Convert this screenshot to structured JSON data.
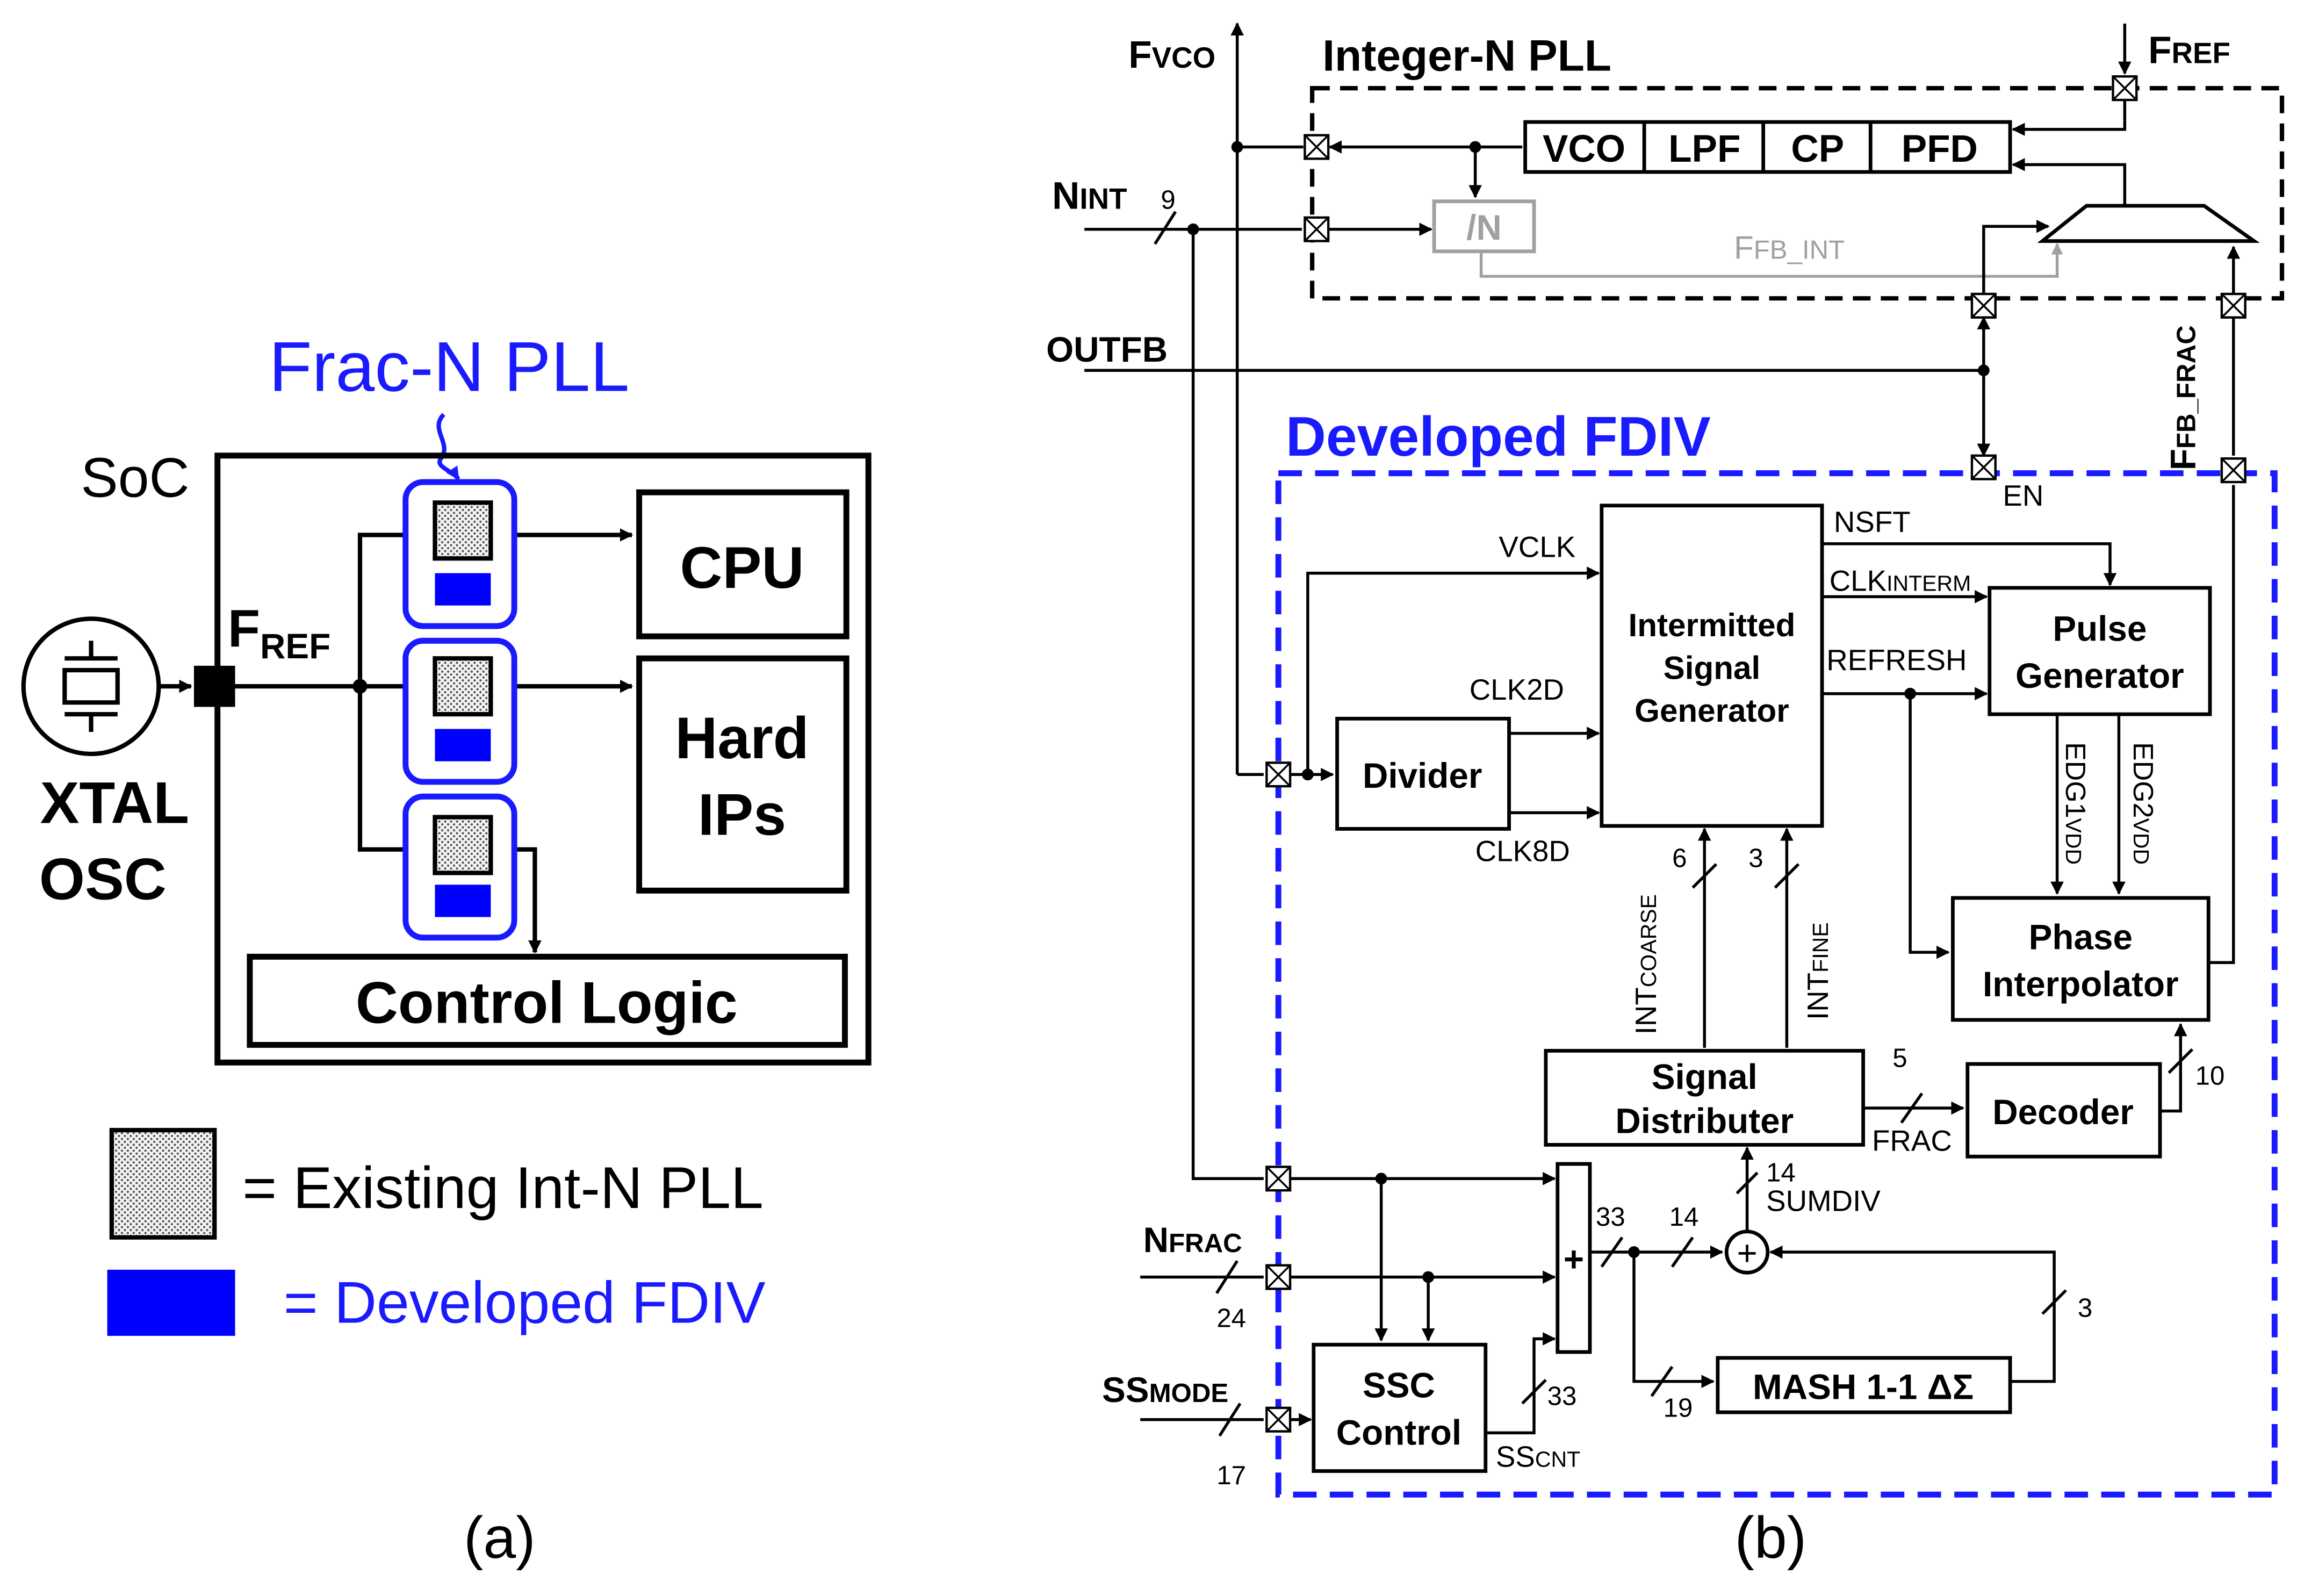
{
  "colors": {
    "ink": "#000000",
    "accent_blue": "#1a1aff",
    "fdiv_block": "#0000ff",
    "gray": "#a0a0a0"
  },
  "panel_a": {
    "caption": "(a)",
    "frac_n_title": "Frac-N PLL",
    "soc_label": "SoC",
    "fref_main": "F",
    "fref_sub": "REF",
    "xtal_line1": "XTAL",
    "xtal_line2": "OSC",
    "cpu": "CPU",
    "hard_ips_line1": "Hard",
    "hard_ips_line2": "IPs",
    "control_logic": "Control Logic",
    "legend_existing": "= Existing Int-N PLL",
    "legend_developed": "= Developed FDIV"
  },
  "panel_b": {
    "caption": "(b)",
    "integer_pll_title": "Integer-N PLL",
    "developed_fdiv_title": "Developed FDIV",
    "fvco_main": "F",
    "fvco_sub": "VCO",
    "fref_main": "F",
    "fref_sub": "REF",
    "nint_main": "N",
    "nint_sub": "INT",
    "nint_width": "9",
    "outfb": "OUTFB",
    "vco": "VCO",
    "lpf": "LPF",
    "cp": "CP",
    "pfd": "PFD",
    "div_n": "/N",
    "ffb_int_main": "F",
    "ffb_int_sub": "FB_INT",
    "ffb_frac_main": "F",
    "ffb_frac_sub": "FB_FRAC",
    "en": "EN",
    "vclk": "VCLK",
    "clk2d": "CLK2D",
    "clk8d": "CLK8D",
    "divider": "Divider",
    "isg_line1": "Intermitted",
    "isg_line2": "Signal",
    "isg_line3": "Generator",
    "nsft": "NSFT",
    "clkinterm_main": "CLK",
    "clkinterm_sub": "INTERM",
    "refresh": "REFRESH",
    "pulse_line1": "Pulse",
    "pulse_line2": "Generator",
    "edg1_main": "EDG1",
    "edg1_sub": "VDD",
    "edg2_main": "EDG2",
    "edg2_sub": "VDD",
    "phase_line1": "Phase",
    "phase_line2": "Interpolator",
    "int_coarse_main": "INT",
    "int_coarse_sub": "COARSE",
    "int_coarse_width": "6",
    "int_fine_main": "INT",
    "int_fine_sub": "FINE",
    "int_fine_width": "3",
    "sd_line1": "Signal",
    "sd_line2": "Distributer",
    "frac_width": "5",
    "frac": "FRAC",
    "decoder": "Decoder",
    "dec_width": "10",
    "sumdiv_width": "14",
    "sumdiv": "SUMDIV",
    "adder_plus": "+",
    "adder_out_width": "33",
    "to_sum_width": "14",
    "sum_plus": "+",
    "mash_width": "3",
    "mash": "MASH 1-1 ΔΣ",
    "mash_in_width": "19",
    "nfrac_main": "N",
    "nfrac_sub": "FRAC",
    "nfrac_width": "24",
    "ssmode_main": "SS",
    "ssmode_sub": "MODE",
    "ssmode_width": "17",
    "ssc_line1": "SSC",
    "ssc_line2": "Control",
    "sscnt_width": "33",
    "sscnt_main": "SS",
    "sscnt_sub": "CNT"
  }
}
